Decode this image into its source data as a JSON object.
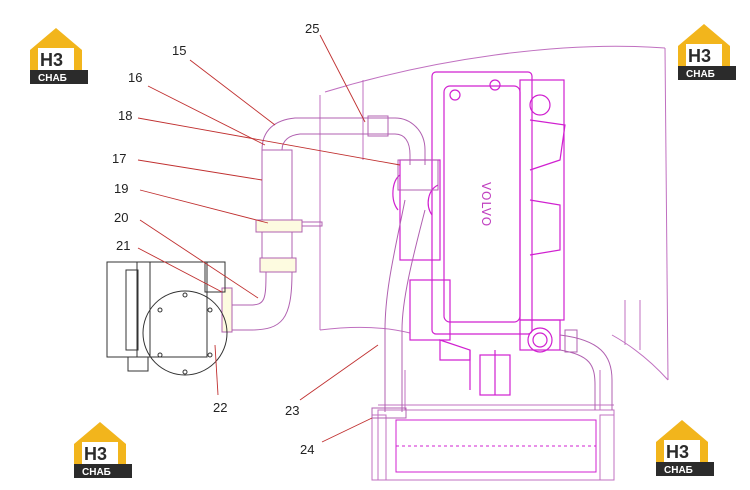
{
  "logos": [
    {
      "id": "top-left",
      "letters": "Н3",
      "caption": "СНАБ"
    },
    {
      "id": "top-right",
      "letters": "Н3",
      "caption": "СНАБ"
    },
    {
      "id": "bottom-left",
      "letters": "Н3",
      "caption": "СНАБ"
    },
    {
      "id": "bottom-right",
      "letters": "Н3",
      "caption": "СНАБ"
    }
  ],
  "engine_brand": "VOLVO",
  "callouts": {
    "c15": "15",
    "c16": "16",
    "c17": "17",
    "c18": "18",
    "c19": "19",
    "c20": "20",
    "c21": "21",
    "c22": "22",
    "c23": "23",
    "c24": "24",
    "c25": "25"
  },
  "colors": {
    "outline": "#c070c0",
    "engine": "#d020d0",
    "pipe": "#b060b0",
    "leader": "#c03030",
    "logo_yellow": "#f2b51c",
    "logo_dark": "#2b2b2b",
    "background": "#ffffff"
  }
}
